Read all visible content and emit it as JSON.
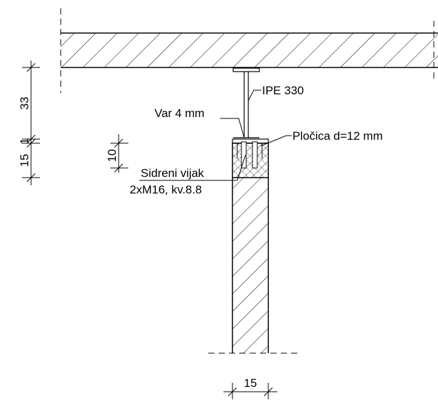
{
  "labels": {
    "profile": "IPE 330",
    "weld": "Var 4 mm",
    "plate": "Pločica d=12 mm",
    "anchor_line1": "Sidreni vijak",
    "anchor_line2": "2xM16, kv.8.8"
  },
  "dimensions": {
    "slab_gap": "33",
    "plate": "1",
    "pad_height": "15",
    "anchor_depth": "10",
    "column_width": "15"
  }
}
